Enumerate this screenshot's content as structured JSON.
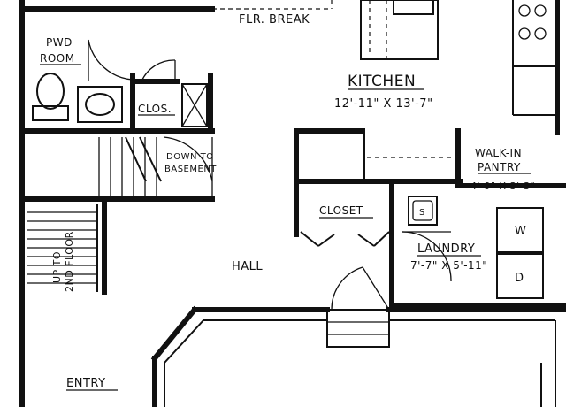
{
  "labels": {
    "floor_break": "FLR. BREAK",
    "pwd_room_line1": "PWD",
    "pwd_room_line2": "ROOM",
    "clos": "CLOS.",
    "kitchen": "KITCHEN",
    "kitchen_dim": "12'-11\" X 13'-7\"",
    "walk_in_line1": "WALK-IN",
    "walk_in_line2": "PANTRY",
    "pantry_dim": "4'-9\" X 3'-3\"",
    "down_to_line1": "DOWN TO",
    "down_to_line2": "BASEMENT",
    "closet": "CLOSET",
    "sink": "S",
    "washer": "W",
    "dryer": "D",
    "laundry": "LAUNDRY",
    "laundry_dim": "7'-7\" X 5'-11\"",
    "hall": "HALL",
    "up_to_line1": "UP TO",
    "up_to_line2": "2ND FLOOR",
    "entry": "ENTRY"
  }
}
